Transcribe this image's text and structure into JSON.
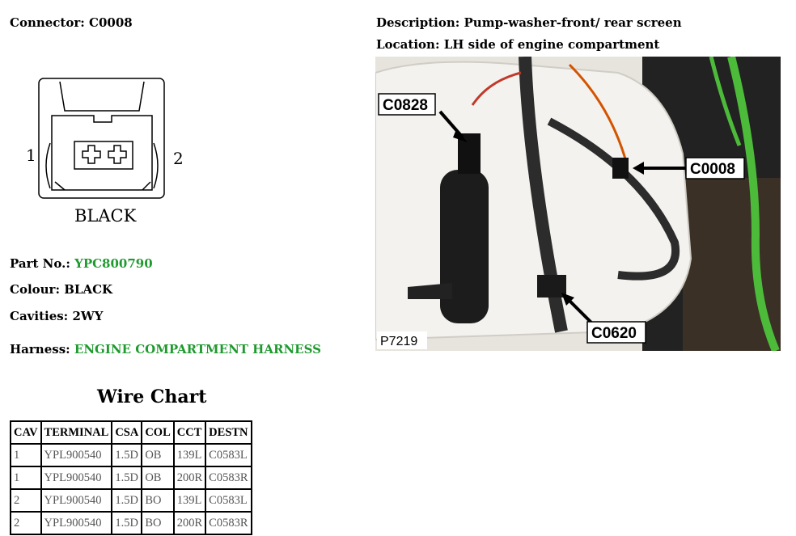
{
  "connector": {
    "label": "Connector:",
    "value": "C0008"
  },
  "description": {
    "label": "Description:",
    "value": "Pump-washer-front/ rear screen"
  },
  "location": {
    "label": "Location:",
    "value": "LH side of engine compartment"
  },
  "diagram": {
    "pin_left": "1",
    "pin_right": "2",
    "color_label": "BLACK"
  },
  "part_no": {
    "label": "Part No.:",
    "value": "YPC800790"
  },
  "colour": {
    "label": "Colour:",
    "value": "BLACK"
  },
  "cavities": {
    "label": "Cavities:",
    "value": "2WY"
  },
  "harness": {
    "label": "Harness:",
    "value": "ENGINE COMPARTMENT HARNESS"
  },
  "photo": {
    "callouts": [
      "C0828",
      "C0008",
      "C0620"
    ],
    "ref": "P7219"
  },
  "wire_chart": {
    "title": "Wire Chart",
    "headers": [
      "CAV",
      "TERMINAL",
      "CSA",
      "COL",
      "CCT",
      "DESTN"
    ],
    "rows": [
      [
        "1",
        "YPL900540",
        "1.5D",
        "OB",
        "139L",
        "C0583L"
      ],
      [
        "1",
        "YPL900540",
        "1.5D",
        "OB",
        "200R",
        "C0583R"
      ],
      [
        "2",
        "YPL900540",
        "1.5D",
        "BO",
        "139L",
        "C0583L"
      ],
      [
        "2",
        "YPL900540",
        "1.5D",
        "BO",
        "200R",
        "C0583R"
      ]
    ]
  },
  "colors": {
    "accent_green": "#1f9a2f"
  }
}
